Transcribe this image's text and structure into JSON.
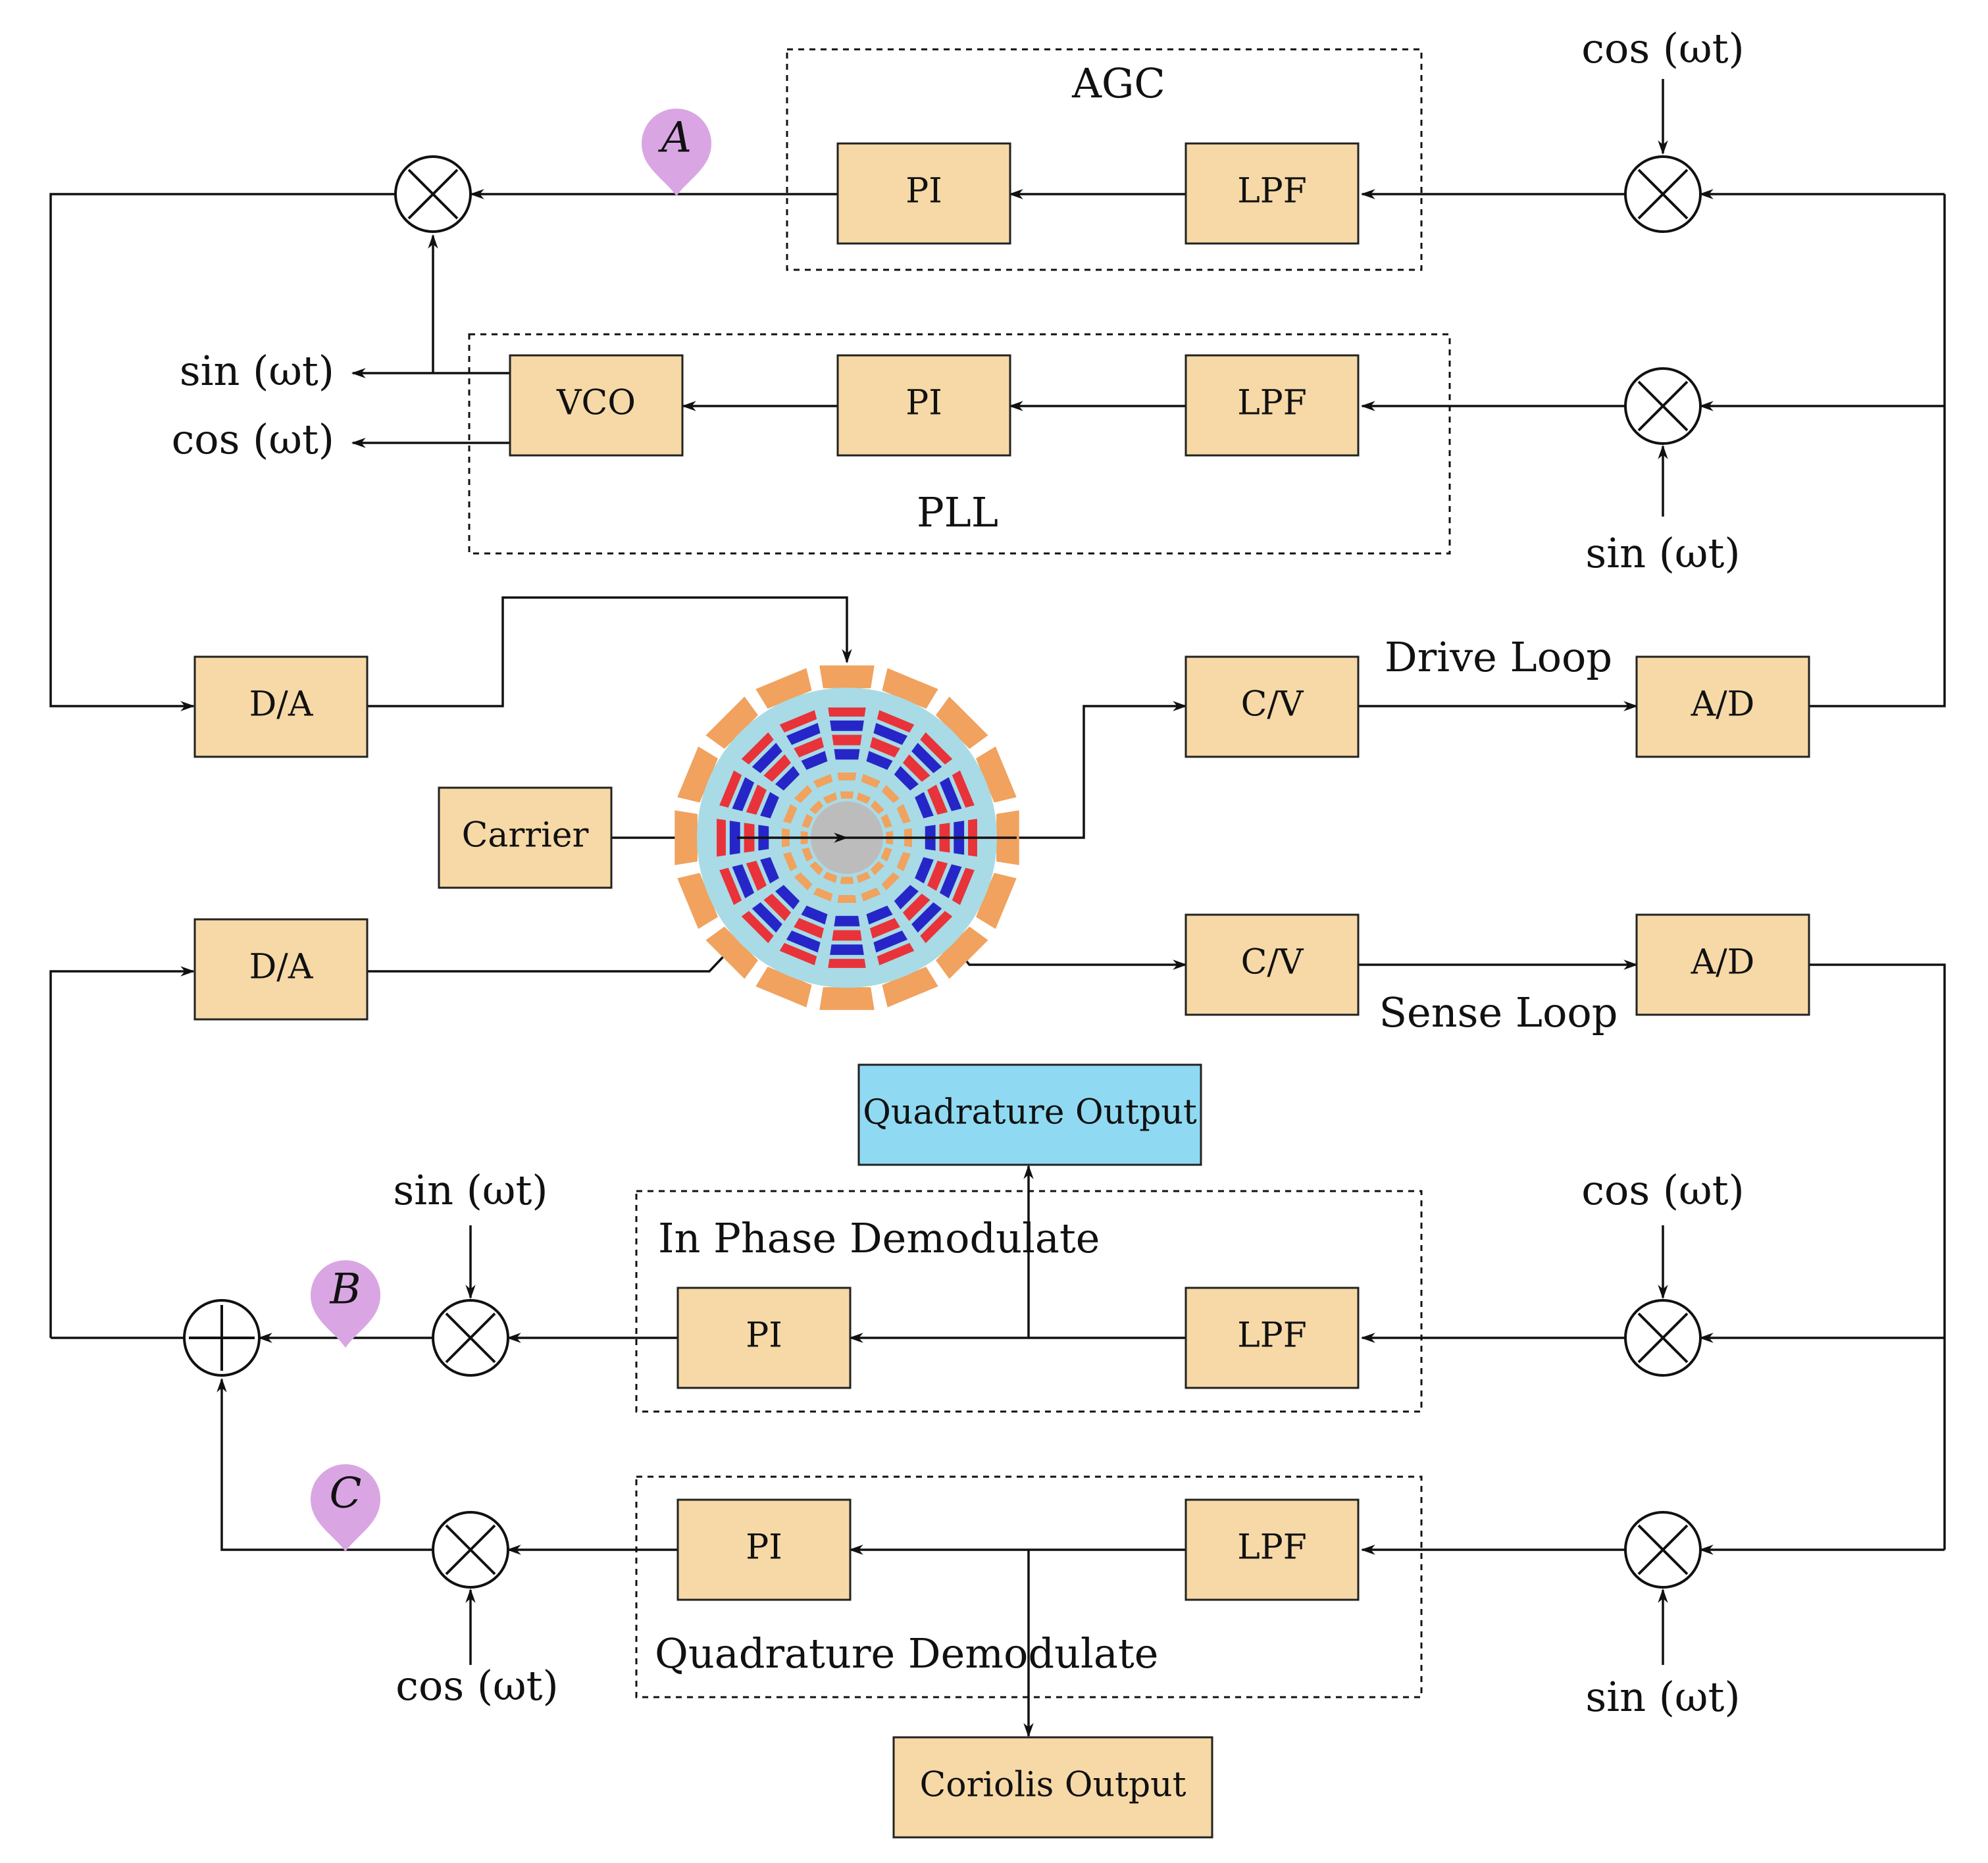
{
  "colors": {
    "block_fill": "#f6d9a6",
    "output_fill": "#8fdaf2",
    "line": "#111111",
    "pin_fill": "#d9a6e3",
    "ring_outer": "#f0a25e",
    "ring_light": "#a8dbe6",
    "ring_red": "#e8333a",
    "ring_blue": "#2626c8",
    "hub": "#bcbcbc"
  },
  "groups": {
    "agc": "AGC",
    "pll": "PLL",
    "in_phase": "In Phase Demodulate",
    "quadrature": "Quadrature Demodulate"
  },
  "blocks": {
    "agc_pi": "PI",
    "agc_lpf": "LPF",
    "pll_vco": "VCO",
    "pll_pi": "PI",
    "pll_lpf": "LPF",
    "drive_da": "D/A",
    "drive_cv": "C/V",
    "drive_ad": "A/D",
    "carrier": "Carrier",
    "sense_da": "D/A",
    "sense_cv": "C/V",
    "sense_ad": "A/D",
    "quad_out": "Quadrature Output",
    "ip_pi": "PI",
    "ip_lpf": "LPF",
    "qd_pi": "PI",
    "qd_lpf": "LPF",
    "coriolis_out": "Coriolis Output"
  },
  "loops": {
    "drive": "Drive Loop",
    "sense": "Sense Loop"
  },
  "signals": {
    "agc_ref": "cos (ωt)",
    "pll_ref": "sin (ωt)",
    "vco_sin": "sin (ωt)",
    "vco_cos": "cos (ωt)",
    "ip_ref": "cos (ωt)",
    "ip_mod": "sin (ωt)",
    "qd_ref": "sin (ωt)",
    "qd_mod": "cos (ωt)"
  },
  "pins": {
    "a": "A",
    "b": "B",
    "c": "C"
  }
}
